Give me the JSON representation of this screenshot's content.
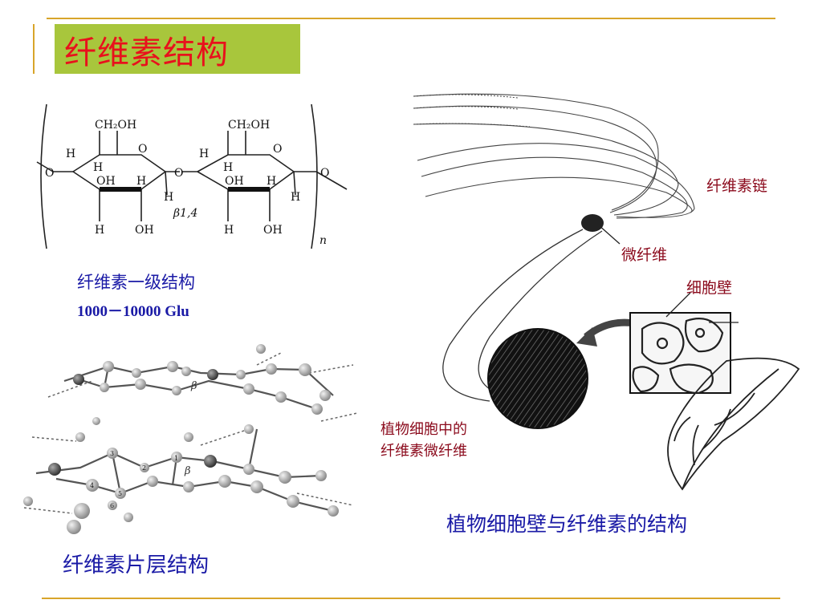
{
  "slide": {
    "title": "纤维素结构",
    "primary_caption": "纤维素一级结构",
    "primary_range": "1000－10000 Glu",
    "sheet_caption": "纤维素片层结构",
    "wall_caption": "植物细胞壁与纤维素的结构"
  },
  "formula": {
    "ch2oh_left": "CH₂OH",
    "ch2oh_right": "CH₂OH",
    "o": "O",
    "h": "H",
    "oh": "OH",
    "linkage": "β1,4",
    "repeat": "n"
  },
  "sheet": {
    "beta": "β",
    "atom_labels": [
      "1",
      "2",
      "3",
      "4",
      "5",
      "6"
    ]
  },
  "wall": {
    "label_chain": "纤维素链",
    "label_microfibril": "微纤维",
    "label_cellwall": "细胞壁",
    "label_cell_microfibril_1": "植物细胞中的",
    "label_cell_microfibril_2": "纤维素微纤维"
  },
  "colors": {
    "title_bg": "#a8c63c",
    "title_text": "#e8111c",
    "rule": "#d8a52a",
    "caption_blue": "#1a1aa6",
    "label_red": "#8b0a1c"
  }
}
